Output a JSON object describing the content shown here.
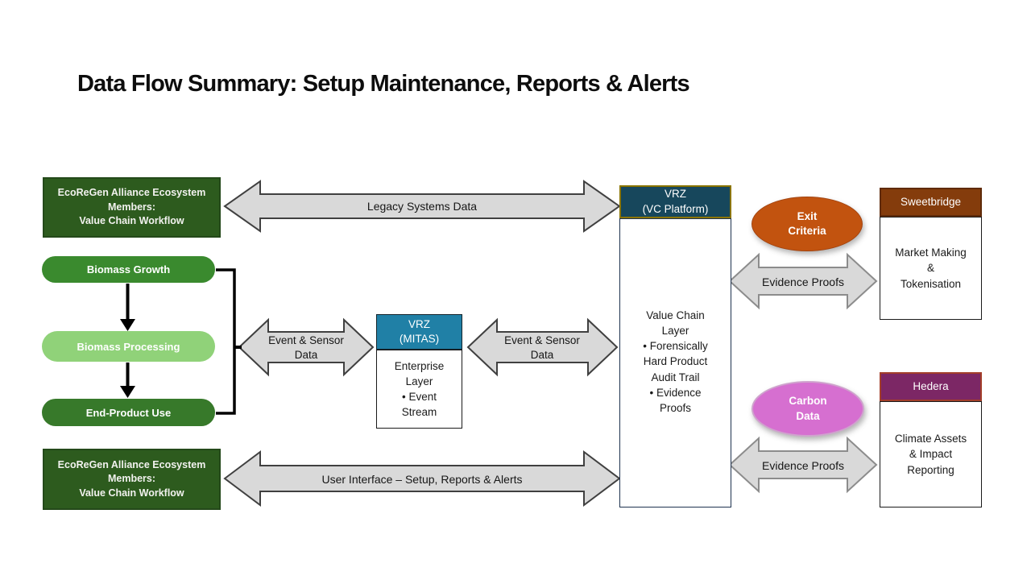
{
  "title": "Data Flow Summary: Setup Maintenance, Reports & Alerts",
  "members_box": {
    "top": "EcoReGen Alliance Ecosystem\nMembers:\nValue Chain Workflow",
    "bottom": "EcoReGen Alliance Ecosystem\nMembers:\nValue Chain Workflow"
  },
  "workflow_steps": [
    "Biomass Growth",
    "Biomass Processing",
    "End-Product Use"
  ],
  "arrows": {
    "legacy": "Legacy Systems Data",
    "event_sensor_left": "Event & Sensor\nData",
    "event_sensor_right": "Event & Sensor\nData",
    "user_interface": "User Interface – Setup, Reports & Alerts",
    "evidence_top": "Evidence Proofs",
    "evidence_bottom": "Evidence Proofs"
  },
  "mitas": {
    "header": "VRZ\n(MITAS)",
    "body": "Enterprise\nLayer\n• Event\nStream"
  },
  "vc_platform": {
    "header": "VRZ\n(VC Platform)",
    "body": "Value Chain\nLayer\n• Forensically\nHard Product\nAudit Trail\n• Evidence\nProofs"
  },
  "ellipses": {
    "exit_criteria": "Exit\nCriteria",
    "carbon_data": "Carbon\nData"
  },
  "partners": {
    "sweetbridge": {
      "header": "Sweetbridge",
      "body": "Market Making\n&\nTokenisation"
    },
    "hedera": {
      "header": "Hedera",
      "body": "Climate Assets\n& Impact\nReporting"
    }
  },
  "colors": {
    "dark-green": "#2d5b1e",
    "mid-green": "#3a8a2e",
    "light-green": "#90d279",
    "deep-green": "#37792a",
    "teal": "#2080a6",
    "dark-teal": "#17475c",
    "gold": "#8a7400",
    "orange": "#c2530f",
    "orange-border": "#a34410",
    "pink": "#d66fd0",
    "pink-border": "#cfa3cd",
    "purple": "#7c2765",
    "purple-border": "#a33e2a",
    "brown": "#843c0c",
    "brown-border": "#5f2a09",
    "arrow-fill": "#d9d9d9",
    "arrow-stroke-dark": "#404040",
    "arrow-stroke-light": "#8c8c8c"
  }
}
